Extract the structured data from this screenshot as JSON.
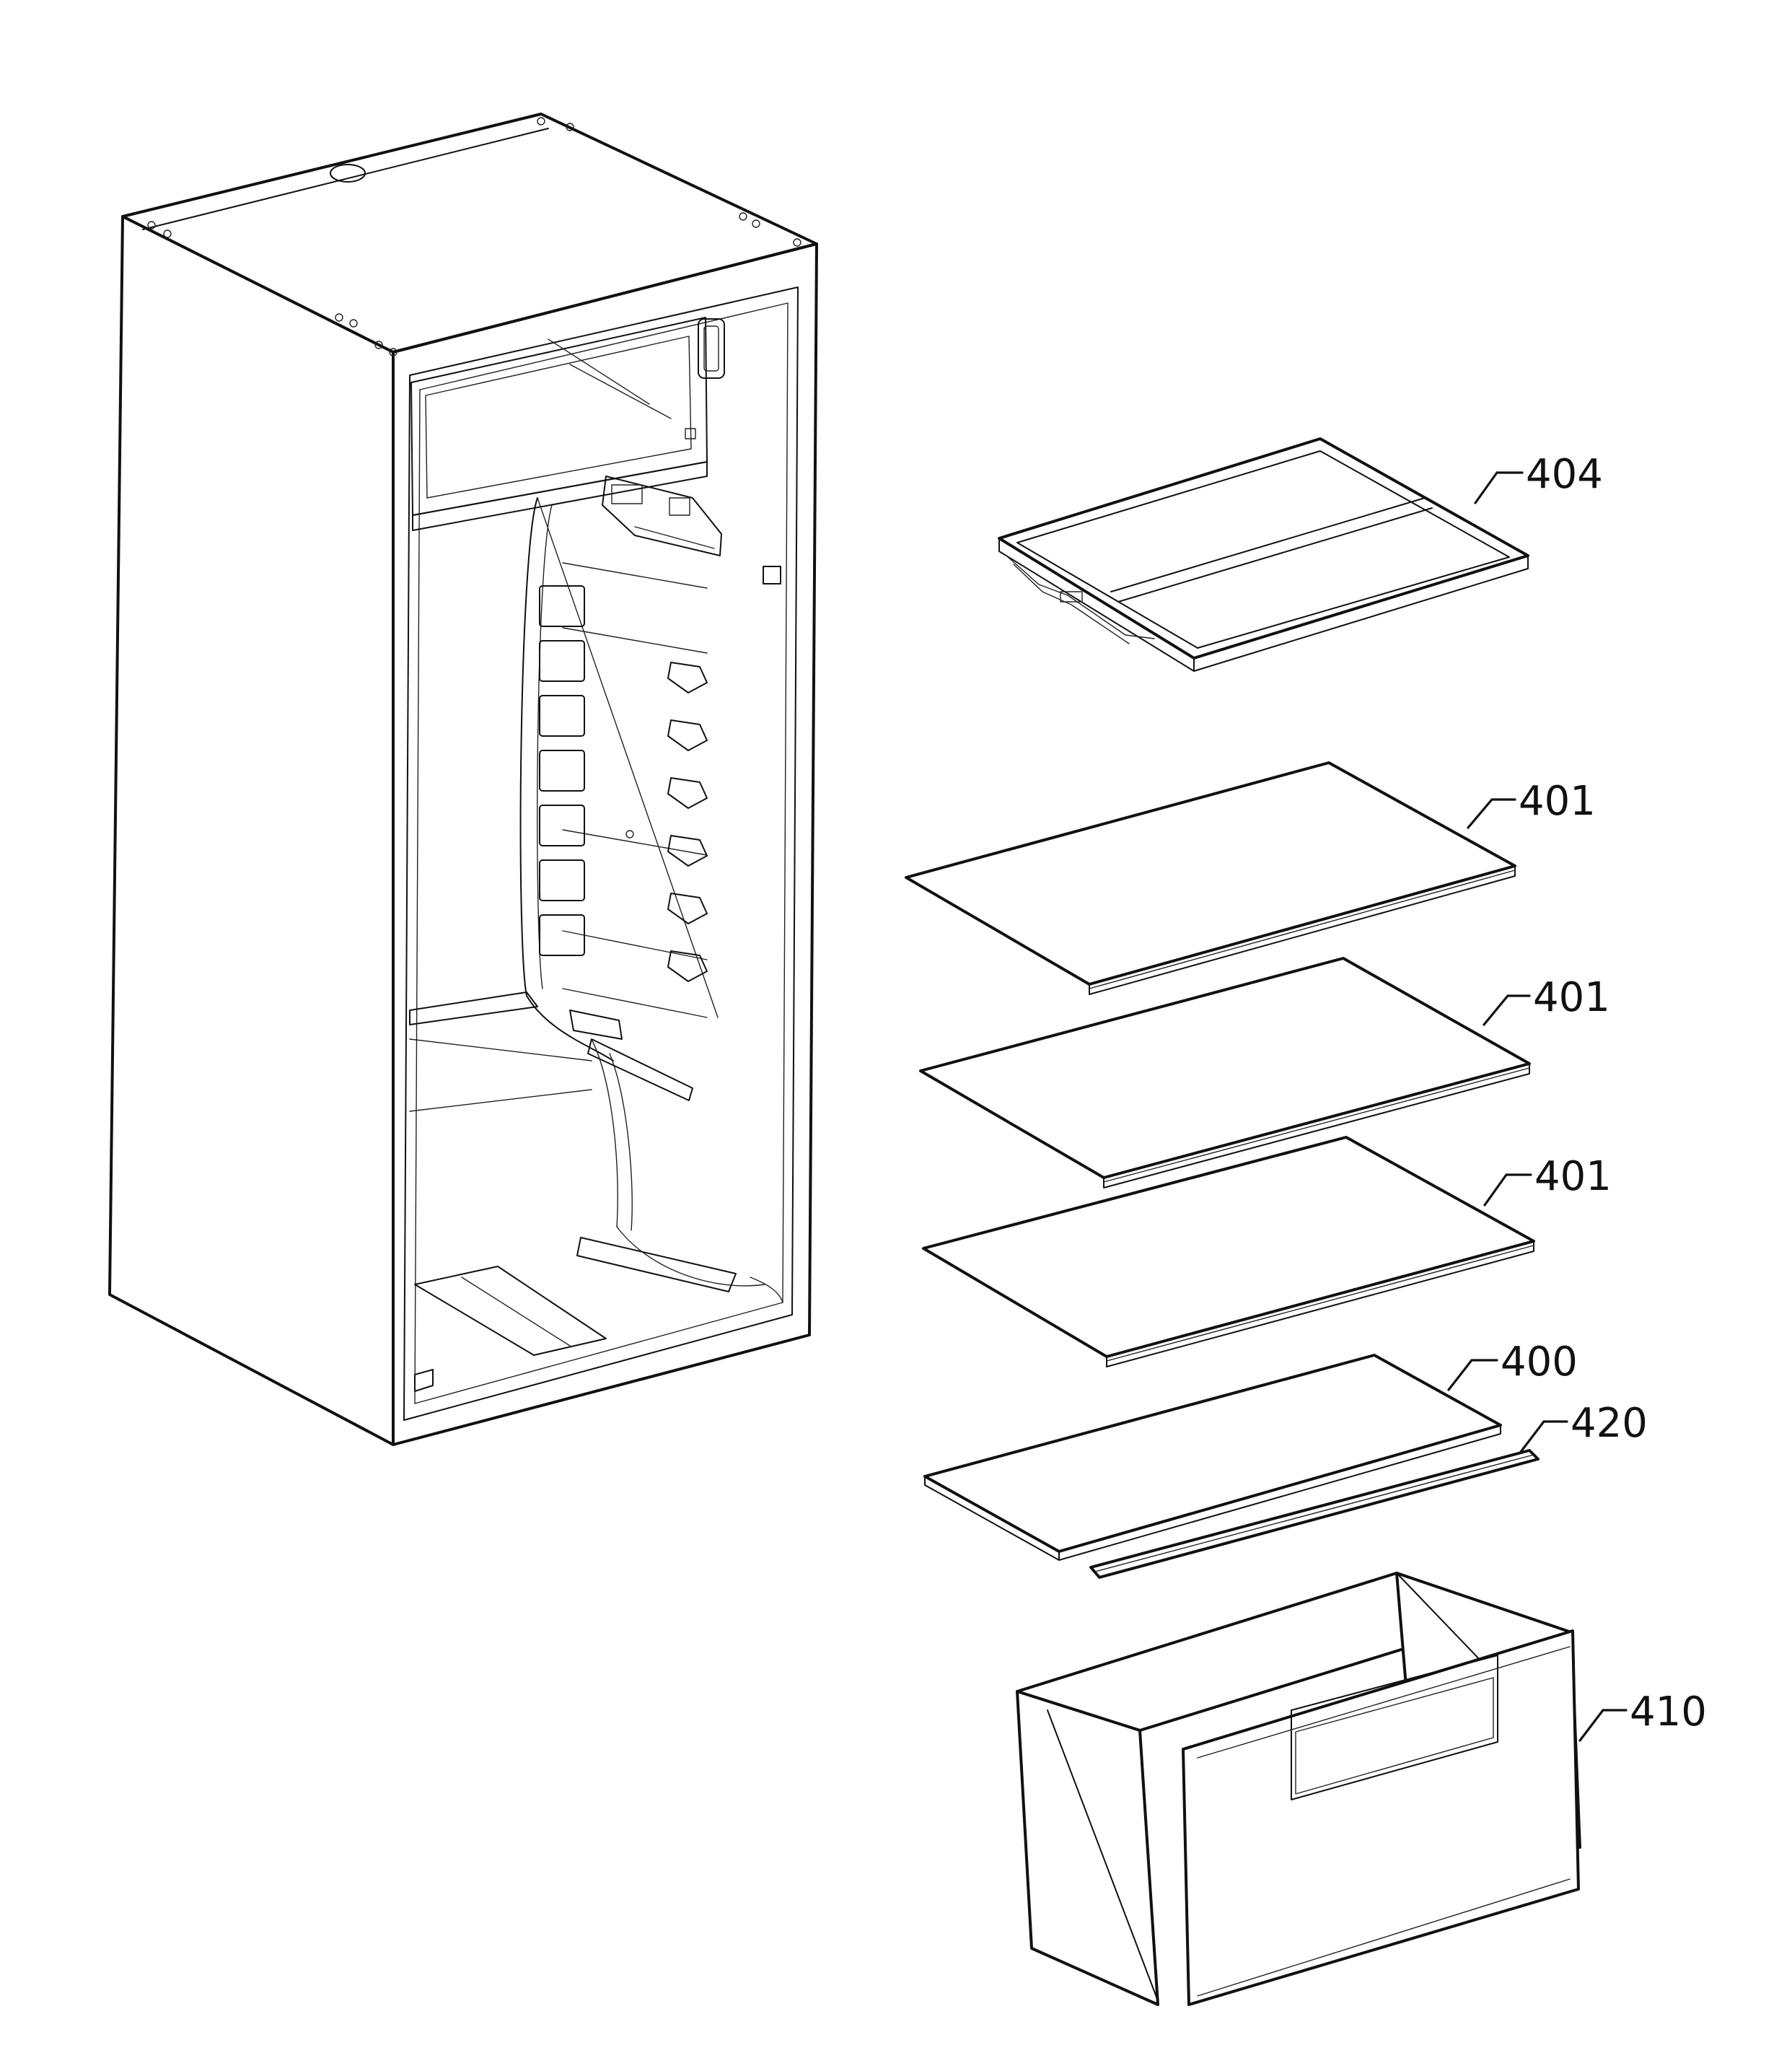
{
  "callouts": {
    "shelf_404": "404",
    "shelf_401_top": "401",
    "shelf_401_middle": "401",
    "shelf_401_bottom": "401",
    "crisper_cover_400": "400",
    "trim_strip_420": "420",
    "crisper_drawer_410": "410"
  }
}
